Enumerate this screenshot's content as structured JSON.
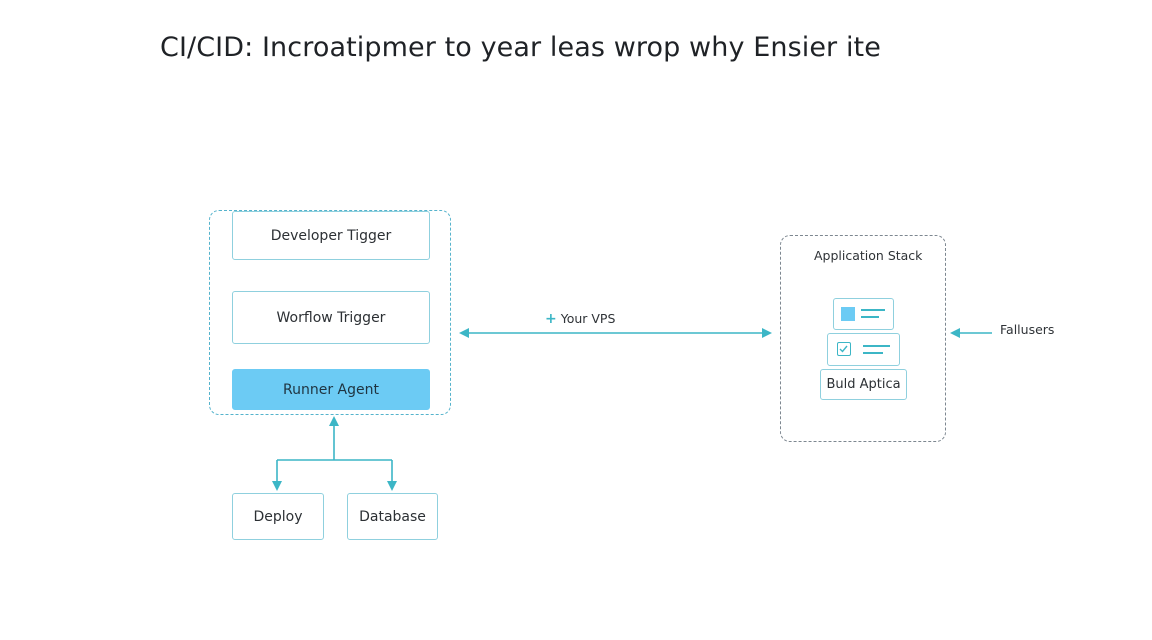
{
  "title": "CI/CID: Incroatipmer to year leas wrop why Ensier ite",
  "left_group": {
    "developer_trigger": "Developer Tigger",
    "workflow_trigger": "Worflow Trigger",
    "runner_agent": "Runner Agent"
  },
  "targets": {
    "deploy": "Deploy",
    "database": "Database"
  },
  "link": {
    "plus": "+",
    "label": "Your VPS"
  },
  "app_stack": {
    "title": "Application Stack",
    "build_button": "Buld Aptica"
  },
  "users_label": "Fallusers",
  "colors": {
    "accent": "#3cb6c6",
    "runner_fill": "#6ccbf4",
    "card_square": "#6ccbf4"
  }
}
